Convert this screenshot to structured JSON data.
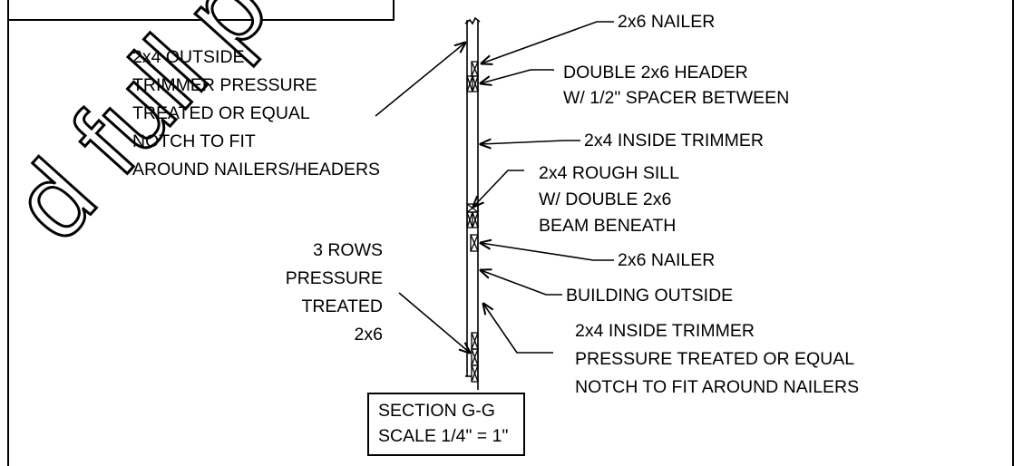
{
  "watermark": "d full p",
  "labels": {
    "nailer_top": "2x6 NAILER",
    "header": "DOUBLE 2x6 HEADER\nW/ 1/2\" SPACER BETWEEN",
    "outside_trimmer": "2x4 OUTSIDE\nTRIMMER PRESSURE\nTREATED OR EQUAL\nNOTCH TO FIT\nAROUND NAILERS/HEADERS",
    "inside_trimmer_top": "2x4 INSIDE TRIMMER",
    "rough_sill": "2x4 ROUGH SILL\nW/ DOUBLE 2x6\nBEAM BENEATH",
    "nailer_bottom": "2x6 NAILER",
    "building_outside": "BUILDING OUTSIDE",
    "rows": "3 ROWS\nPRESSURE\nTREATED\n2x6",
    "inside_trimmer_bottom": "2x4 INSIDE TRIMMER\nPRESSURE TREATED OR EQUAL\nNOTCH TO FIT AROUND NAILERS"
  },
  "title_block": {
    "line1": "SECTION G-G",
    "line2": "SCALE 1/4\" = 1\""
  },
  "colors": {
    "line": "#000000",
    "background": "#ffffff"
  }
}
